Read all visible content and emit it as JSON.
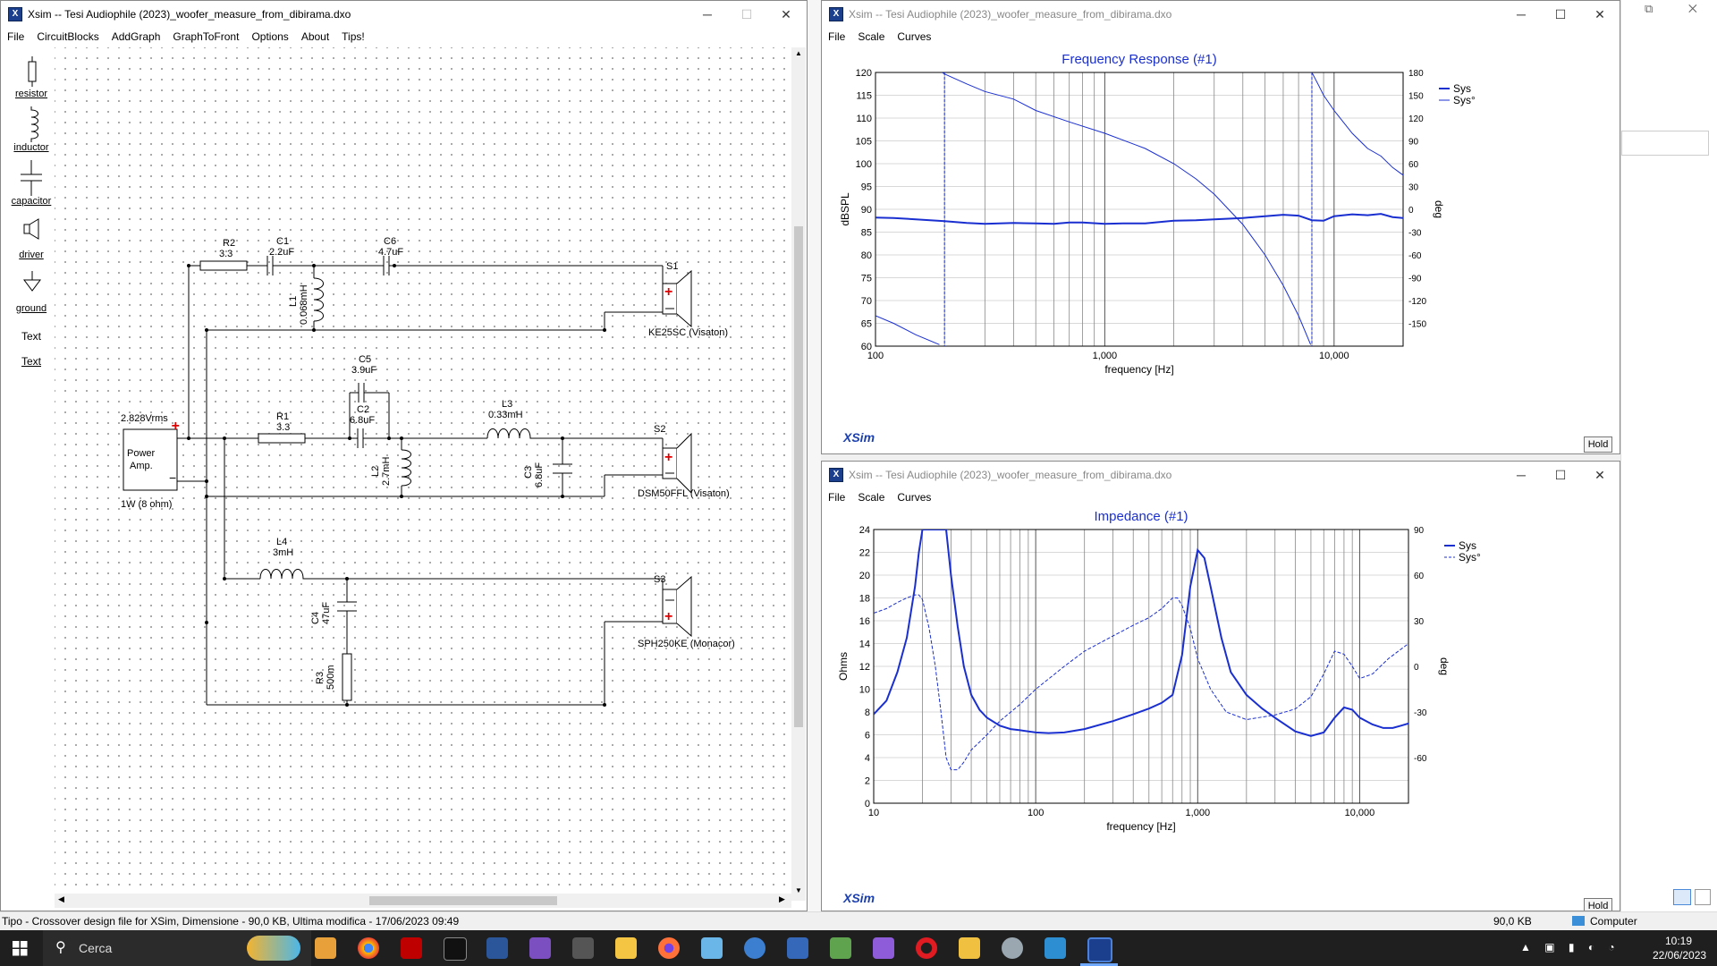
{
  "main_window": {
    "title": "Xsim -- Tesi Audiophile (2023)_woofer_measure_from_dibirama.dxo",
    "menu": [
      "File",
      "CircuitBlocks",
      "AddGraph",
      "GraphToFront",
      "Options",
      "About",
      "Tips!"
    ],
    "toolbox": [
      "resistor",
      "inductor",
      "capacitor",
      "driver",
      "ground",
      "Text",
      "Text"
    ],
    "schematic": {
      "source_label": "2.828Vrms",
      "source_name": "Power\nAmp.",
      "source_name_l1": "Power",
      "source_name_l2": "Amp.",
      "source_power": "1W (8 ohm)",
      "components": {
        "R2": {
          "name": "R2",
          "value": "3.3"
        },
        "C1": {
          "name": "C1",
          "value": "2.2uF"
        },
        "C6": {
          "name": "C6",
          "value": "4.7uF"
        },
        "L1": {
          "name": "L1",
          "value": "0.068mH"
        },
        "C5": {
          "name": "C5",
          "value": "3.9uF"
        },
        "R1": {
          "name": "R1",
          "value": "3.3"
        },
        "C2": {
          "name": "C2",
          "value": "6.8uF"
        },
        "L3": {
          "name": "L3",
          "value": "0.33mH"
        },
        "L2": {
          "name": "L2",
          "value": "2.7mH"
        },
        "C3": {
          "name": "C3",
          "value": "6.8uF"
        },
        "L4": {
          "name": "L4",
          "value": "3mH"
        },
        "C4": {
          "name": "C4",
          "value": "47uF"
        },
        "R3": {
          "name": "R3",
          "value": "500m"
        }
      },
      "drivers": [
        {
          "name": "S1",
          "model": "KE25SC (Visaton)"
        },
        {
          "name": "S2",
          "model": "DSM50FFL (Visaton)"
        },
        {
          "name": "S3",
          "model": "SPH250KE (Monacor)"
        }
      ]
    }
  },
  "freq_window": {
    "title": "Xsim -- Tesi Audiophile (2023)_woofer_measure_from_dibirama.dxo",
    "menu": [
      "File",
      "Scale",
      "Curves"
    ],
    "logo": "XSim",
    "hold": "Hold",
    "legend": [
      "Sys",
      "Sys°"
    ]
  },
  "imp_window": {
    "title": "Xsim -- Tesi Audiophile (2023)_woofer_measure_from_dibirama.dxo",
    "menu": [
      "File",
      "Scale",
      "Curves"
    ],
    "logo": "XSim",
    "hold": "Hold",
    "legend": [
      "Sys",
      "Sys°"
    ]
  },
  "chart_data": [
    {
      "type": "line",
      "title": "Frequency Response (#1)",
      "xlabel": "frequency [Hz]",
      "ylabel": "dBSPL",
      "y2label": "deg",
      "xscale": "log",
      "xlim": [
        100,
        20000
      ],
      "ylim": [
        60,
        120
      ],
      "y2lim": [
        -180,
        180
      ],
      "xticks": [
        100,
        1000,
        10000
      ],
      "xtick_labels": [
        "100",
        "1,000",
        "10,000"
      ],
      "yticks": [
        60,
        65,
        70,
        75,
        80,
        85,
        90,
        95,
        100,
        105,
        110,
        115,
        120
      ],
      "y2ticks": [
        -150,
        -120,
        -90,
        -60,
        -30,
        0,
        30,
        60,
        90,
        120,
        150,
        180
      ],
      "series": [
        {
          "name": "Sys",
          "axis": "left",
          "width": 2,
          "dash": false,
          "x": [
            100,
            120,
            150,
            200,
            250,
            300,
            400,
            500,
            600,
            700,
            800,
            1000,
            1200,
            1500,
            2000,
            2500,
            3000,
            4000,
            5000,
            6000,
            7000,
            8000,
            9000,
            10000,
            12000,
            14000,
            16000,
            18000,
            20000
          ],
          "y": [
            88.2,
            88.1,
            87.8,
            87.4,
            87.0,
            86.8,
            87.0,
            86.9,
            86.8,
            87.1,
            87.1,
            86.8,
            86.9,
            86.9,
            87.5,
            87.6,
            87.8,
            88.1,
            88.5,
            88.8,
            88.6,
            87.6,
            87.5,
            88.5,
            88.9,
            88.7,
            89.0,
            88.3,
            88.1
          ]
        },
        {
          "name": "Sys°",
          "axis": "right",
          "width": 1,
          "dash": false,
          "x": [
            100,
            120,
            150,
            190,
            195,
            200,
            250,
            300,
            400,
            500,
            700,
            1000,
            1500,
            2000,
            2500,
            3000,
            4000,
            5000,
            6000,
            7000,
            7900,
            8000,
            8500,
            9000,
            10000,
            12000,
            14000,
            16000,
            18000,
            20000
          ],
          "y": [
            -140,
            -150,
            -165,
            -178,
            180,
            178,
            165,
            155,
            145,
            130,
            115,
            100,
            80,
            60,
            40,
            20,
            -20,
            -60,
            -100,
            -140,
            -178,
            180,
            165,
            150,
            130,
            100,
            80,
            70,
            55,
            45
          ]
        }
      ],
      "markers_x": [
        200,
        8000
      ],
      "legend": "right"
    },
    {
      "type": "line",
      "title": "Impedance (#1)",
      "xlabel": "frequency [Hz]",
      "ylabel": "Ohms",
      "y2label": "deg",
      "xscale": "log",
      "xlim": [
        10,
        20000
      ],
      "ylim": [
        0,
        24
      ],
      "y2lim": [
        -90,
        90
      ],
      "xticks": [
        10,
        100,
        1000,
        10000
      ],
      "xtick_labels": [
        "10",
        "100",
        "1,000",
        "10,000"
      ],
      "yticks": [
        0,
        2,
        4,
        6,
        8,
        10,
        12,
        14,
        16,
        18,
        20,
        22,
        24
      ],
      "y2ticks": [
        -60,
        -30,
        0,
        30,
        60,
        90
      ],
      "series": [
        {
          "name": "Sys",
          "axis": "left",
          "width": 2,
          "dash": false,
          "x": [
            10,
            12,
            14,
            16,
            18,
            19,
            20,
            28,
            30,
            33,
            36,
            40,
            45,
            50,
            60,
            70,
            80,
            100,
            120,
            150,
            200,
            300,
            400,
            500,
            600,
            700,
            800,
            900,
            1000,
            1100,
            1200,
            1400,
            1600,
            2000,
            2500,
            3000,
            4000,
            5000,
            6000,
            7000,
            8000,
            9000,
            10000,
            12000,
            14000,
            16000,
            18000,
            20000
          ],
          "y": [
            7.8,
            9.0,
            11.5,
            14.5,
            19.0,
            22.0,
            24.0,
            24.0,
            20.0,
            15.5,
            12.0,
            9.5,
            8.2,
            7.5,
            6.8,
            6.5,
            6.4,
            6.2,
            6.15,
            6.2,
            6.5,
            7.2,
            7.8,
            8.3,
            8.8,
            9.5,
            13.0,
            19.0,
            22.2,
            21.5,
            19.0,
            14.5,
            11.5,
            9.5,
            8.3,
            7.5,
            6.3,
            5.9,
            6.2,
            7.5,
            8.4,
            8.2,
            7.5,
            6.9,
            6.6,
            6.6,
            6.8,
            7.0
          ]
        },
        {
          "name": "Sys°",
          "axis": "right",
          "width": 1,
          "dash": true,
          "x": [
            10,
            12,
            14,
            16,
            18,
            19,
            20,
            22,
            24,
            26,
            28,
            30,
            33,
            36,
            40,
            50,
            60,
            80,
            100,
            150,
            200,
            300,
            400,
            500,
            600,
            700,
            750,
            800,
            900,
            1000,
            1200,
            1500,
            2000,
            3000,
            4000,
            5000,
            6000,
            7000,
            8000,
            9000,
            10000,
            12000,
            15000,
            20000
          ],
          "y": [
            35,
            38,
            42,
            45,
            47,
            47,
            44,
            25,
            0,
            -30,
            -60,
            -68,
            -68,
            -63,
            -55,
            -45,
            -36,
            -25,
            -15,
            0,
            10,
            20,
            27,
            32,
            38,
            45,
            45,
            40,
            25,
            5,
            -15,
            -30,
            -35,
            -32,
            -28,
            -20,
            -5,
            10,
            8,
            0,
            -8,
            -5,
            5,
            15
          ]
        }
      ],
      "legend": "right"
    }
  ],
  "right_edge_window": {
    "controls": "⧉ ✕"
  },
  "status_bar": {
    "text": "Tipo - Crossover design file for XSim, Dimensione - 90,0 KB, Ultima modifica - 17/06/2023 09:49",
    "size": "90,0 KB",
    "location": "Computer"
  },
  "taskbar": {
    "search_label": "Cerca",
    "time": "10:19",
    "date": "22/06/2023"
  }
}
